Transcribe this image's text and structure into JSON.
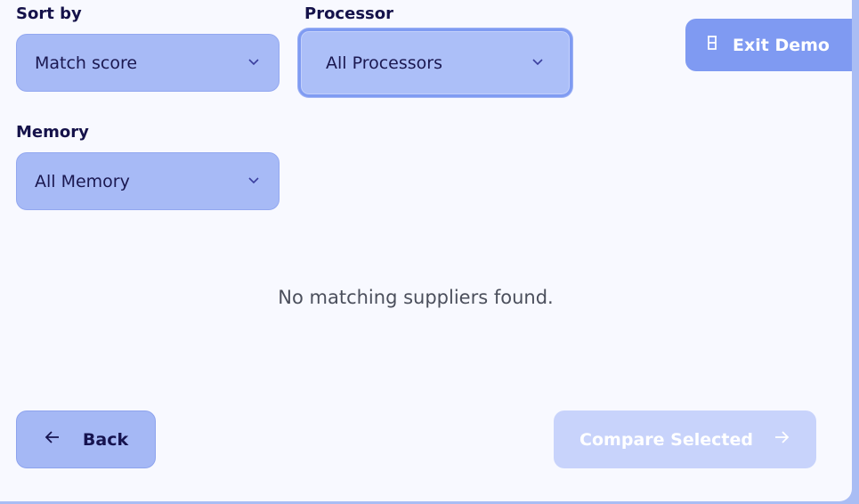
{
  "filters": {
    "sort_by": {
      "label": "Sort by",
      "value": "Match score",
      "icon": "chevron-down-icon"
    },
    "processor": {
      "label": "Processor",
      "value": "All Processors",
      "icon": "chevron-down-icon"
    },
    "memory": {
      "label": "Memory",
      "value": "All Memory",
      "icon": "chevron-down-icon"
    }
  },
  "exit_demo": {
    "label": "Exit Demo",
    "icon": "beaker-icon"
  },
  "results": {
    "empty_message": "No matching suppliers found."
  },
  "footer": {
    "back_label": "Back",
    "back_icon": "arrow-left-icon",
    "compare_label": "Compare Selected",
    "compare_icon": "arrow-right-icon"
  },
  "colors": {
    "accent": "#7f9af2",
    "select_bg": "#a7baf6",
    "panel_bg": "#f8f9ff",
    "disabled_bg": "#c8d3fb"
  }
}
